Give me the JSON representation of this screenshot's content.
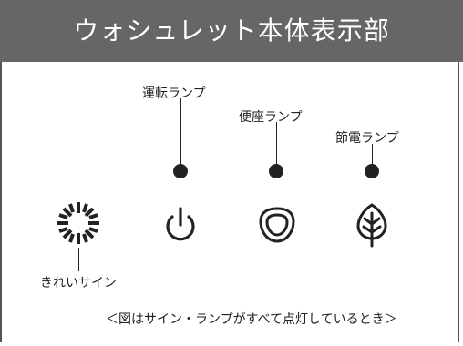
{
  "header": {
    "title": "ウォシュレット本体表示部"
  },
  "lamps": {
    "clean_sign": {
      "label": "きれいサイン",
      "icon": "sparkle-icon"
    },
    "power": {
      "label": "運転ランプ",
      "icon": "power-icon"
    },
    "seat": {
      "label": "便座ランプ",
      "icon": "toilet-seat-icon"
    },
    "eco": {
      "label": "節電ランプ",
      "icon": "leaf-icon"
    }
  },
  "caption": "＜図はサイン・ランプがすべて点灯しているとき＞"
}
